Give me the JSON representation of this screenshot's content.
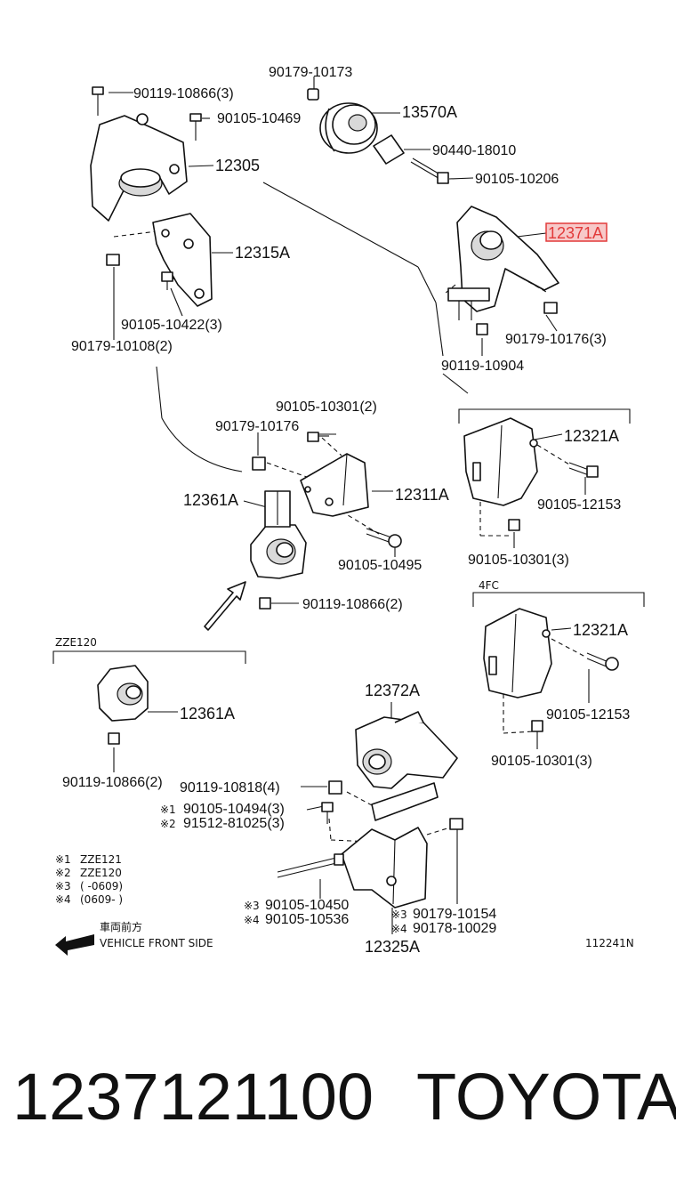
{
  "diagram": {
    "parts": {
      "p90179_10173": "90179-10173",
      "p90119_10866_3": "90119-10866(3)",
      "p13570A": "13570A",
      "p90105_10469": "90105-10469",
      "p12305": "12305",
      "p90440_18010": "90440-18010",
      "p90105_10206": "90105-10206",
      "p12371A": "12371A",
      "p12315A": "12315A",
      "p90105_10422_3": "90105-10422(3)",
      "p90179_10176_3": "90179-10176(3)",
      "p90179_10108_2": "90179-10108(2)",
      "p90119_10904": "90119-10904",
      "p90105_10301_2": "90105-10301(2)",
      "p90179_10176": "90179-10176",
      "p12321A_top": "12321A",
      "p12361A": "12361A",
      "p12311A": "12311A",
      "p90105_12153_top": "90105-12153",
      "p90105_10495": "90105-10495",
      "p90105_10301_3_top": "90105-10301(3)",
      "p90119_10866_2": "90119-10866(2)",
      "p12321A_bot": "12321A",
      "p90105_12153_bot": "90105-12153",
      "p12361A_zze": "12361A",
      "p90119_10866_2_zze": "90119-10866(2)",
      "p90105_10301_3_bot": "90105-10301(3)",
      "p12372A": "12372A",
      "p90119_10818_4": "90119-10818(4)",
      "p90105_10494_3": "90105-10494(3)",
      "p91512_81025_3": "91512-81025(3)",
      "p90105_10450": "90105-10450",
      "p90105_10536": "90105-10536",
      "p90179_10154": "90179-10154",
      "p90178_10029": "90178-10029",
      "p12325A": "12325A"
    },
    "marks": {
      "m1": "※1",
      "m2": "※2",
      "m3": "※3",
      "m4": "※4"
    },
    "groups": {
      "zze120": "ZZE120",
      "fc4": "4FC"
    },
    "legend": {
      "l1_mark": "※1",
      "l1_text": "ZZE121",
      "l2_mark": "※2",
      "l2_text": "ZZE120",
      "l3_mark": "※3",
      "l3_text": "(      -0609)",
      "l4_mark": "※4",
      "l4_text": "(0609-      )"
    },
    "front": {
      "jp": "車両前方",
      "en": "VEHICLE FRONT SIDE"
    },
    "diagram_code": "112241N",
    "highlight_color": "#e23a3a"
  },
  "footer": {
    "part_number": "1237121100",
    "brand": "TOYOTA"
  }
}
